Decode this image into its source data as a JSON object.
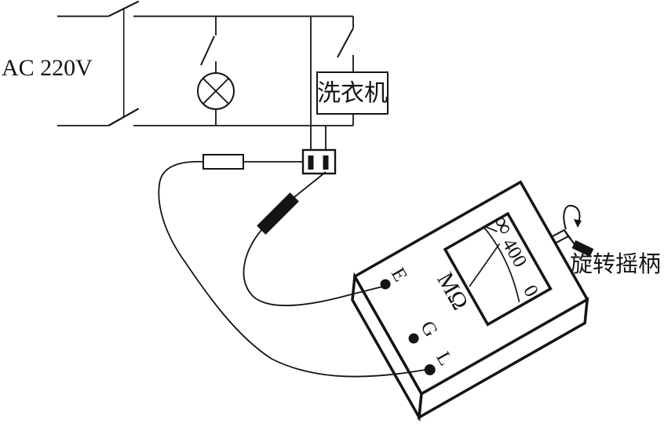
{
  "diagram": {
    "power_label": "AC 220V",
    "appliance_label": "洗衣机",
    "crank_label": "旋转摇柄"
  },
  "meter": {
    "unit": "MΩ",
    "terminal_e": "E",
    "terminal_g": "G",
    "terminal_l": "L",
    "scale_infinity": "∞",
    "scale_mid": "400",
    "scale_zero": "0"
  },
  "colors": {
    "ink": "#141414",
    "background": "#ffffff"
  }
}
